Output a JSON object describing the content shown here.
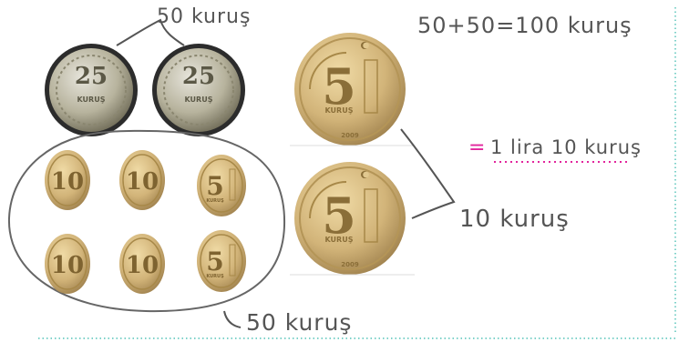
{
  "colors": {
    "ink_gray": "#555555",
    "ink_pink": "#e2249c",
    "gold_light": "#f0dba6",
    "gold_mid": "#d2b479",
    "gold_dark": "#9f814d",
    "silver_light": "#e7e5dc",
    "silver_mid": "#b7b39d",
    "silver_dark": "#6f6b57",
    "guide_cyan": "#2fb6a9"
  },
  "annotations": {
    "top_label": "50 kuruş",
    "equation": "50+50=100 kuruş",
    "pink_eq": "=",
    "pink_result": "1 lira  10 kuruş",
    "right_label": "10 kuruş",
    "bottom_label": "50 kuruş"
  },
  "coins": {
    "twenty_five": {
      "value": "25",
      "word": "KURUŞ",
      "count": 2
    },
    "five_large": {
      "value": "5",
      "word": "KURUŞ",
      "year": "2009",
      "count": 2
    },
    "ten_small": {
      "value": "10",
      "count": 4
    },
    "five_small": {
      "value": "5",
      "word": "KURUŞ",
      "count": 2
    }
  },
  "icons": [
    "crescent-star-icon"
  ]
}
